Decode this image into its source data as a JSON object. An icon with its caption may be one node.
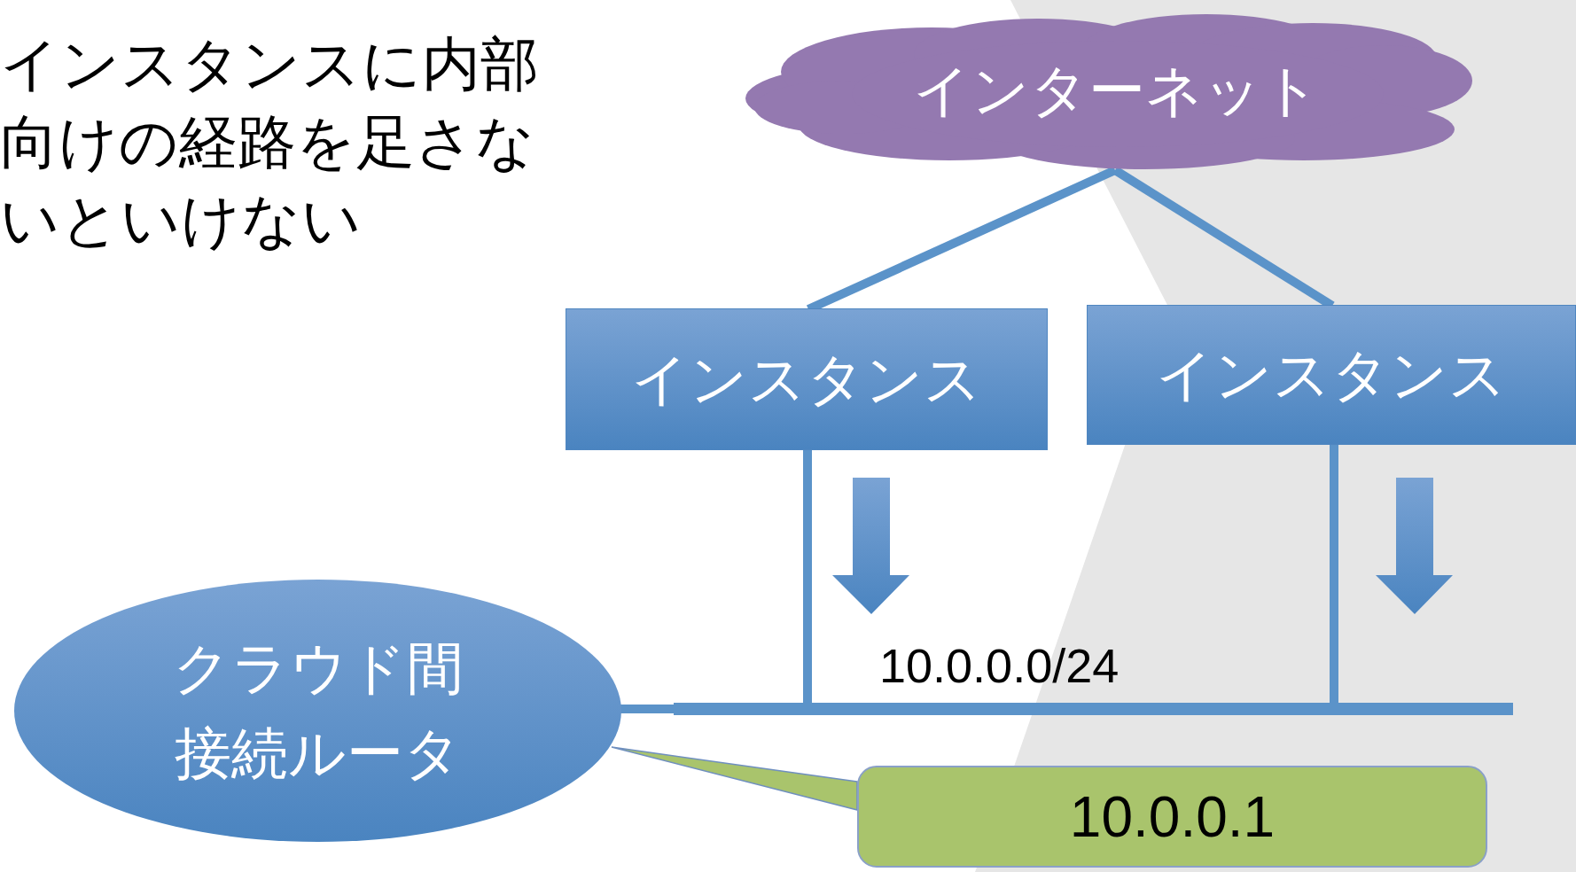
{
  "diagram": {
    "title": "インスタンスに内部向けの経路を足さないといけない",
    "nodes": [
      {
        "text": [
          "インターネット"
        ]
      },
      {
        "text": [
          "インスタンス"
        ]
      },
      {
        "text": [
          "インスタンス"
        ]
      },
      {
        "text": [
          "クラウド間接続ルータ"
        ]
      },
      {
        "text": [],
        "shape": "bar",
        "beside": [
          "10.0.0.0/24"
        ]
      },
      {
        "text": [
          "10.0.0.1"
        ]
      }
    ],
    "edges": [
      {
        "from": 0,
        "to": 1,
        "arrow": "none"
      },
      {
        "from": 0,
        "to": 2,
        "arrow": "none"
      },
      {
        "from": 1,
        "to": 4,
        "arrow": "none"
      },
      {
        "from": 2,
        "to": 4,
        "arrow": "none"
      },
      {
        "from": 3,
        "to": 4,
        "arrow": "none"
      },
      {
        "from": 5,
        "to": 3,
        "arrow": "none",
        "color": "#a9c46c"
      }
    ]
  }
}
